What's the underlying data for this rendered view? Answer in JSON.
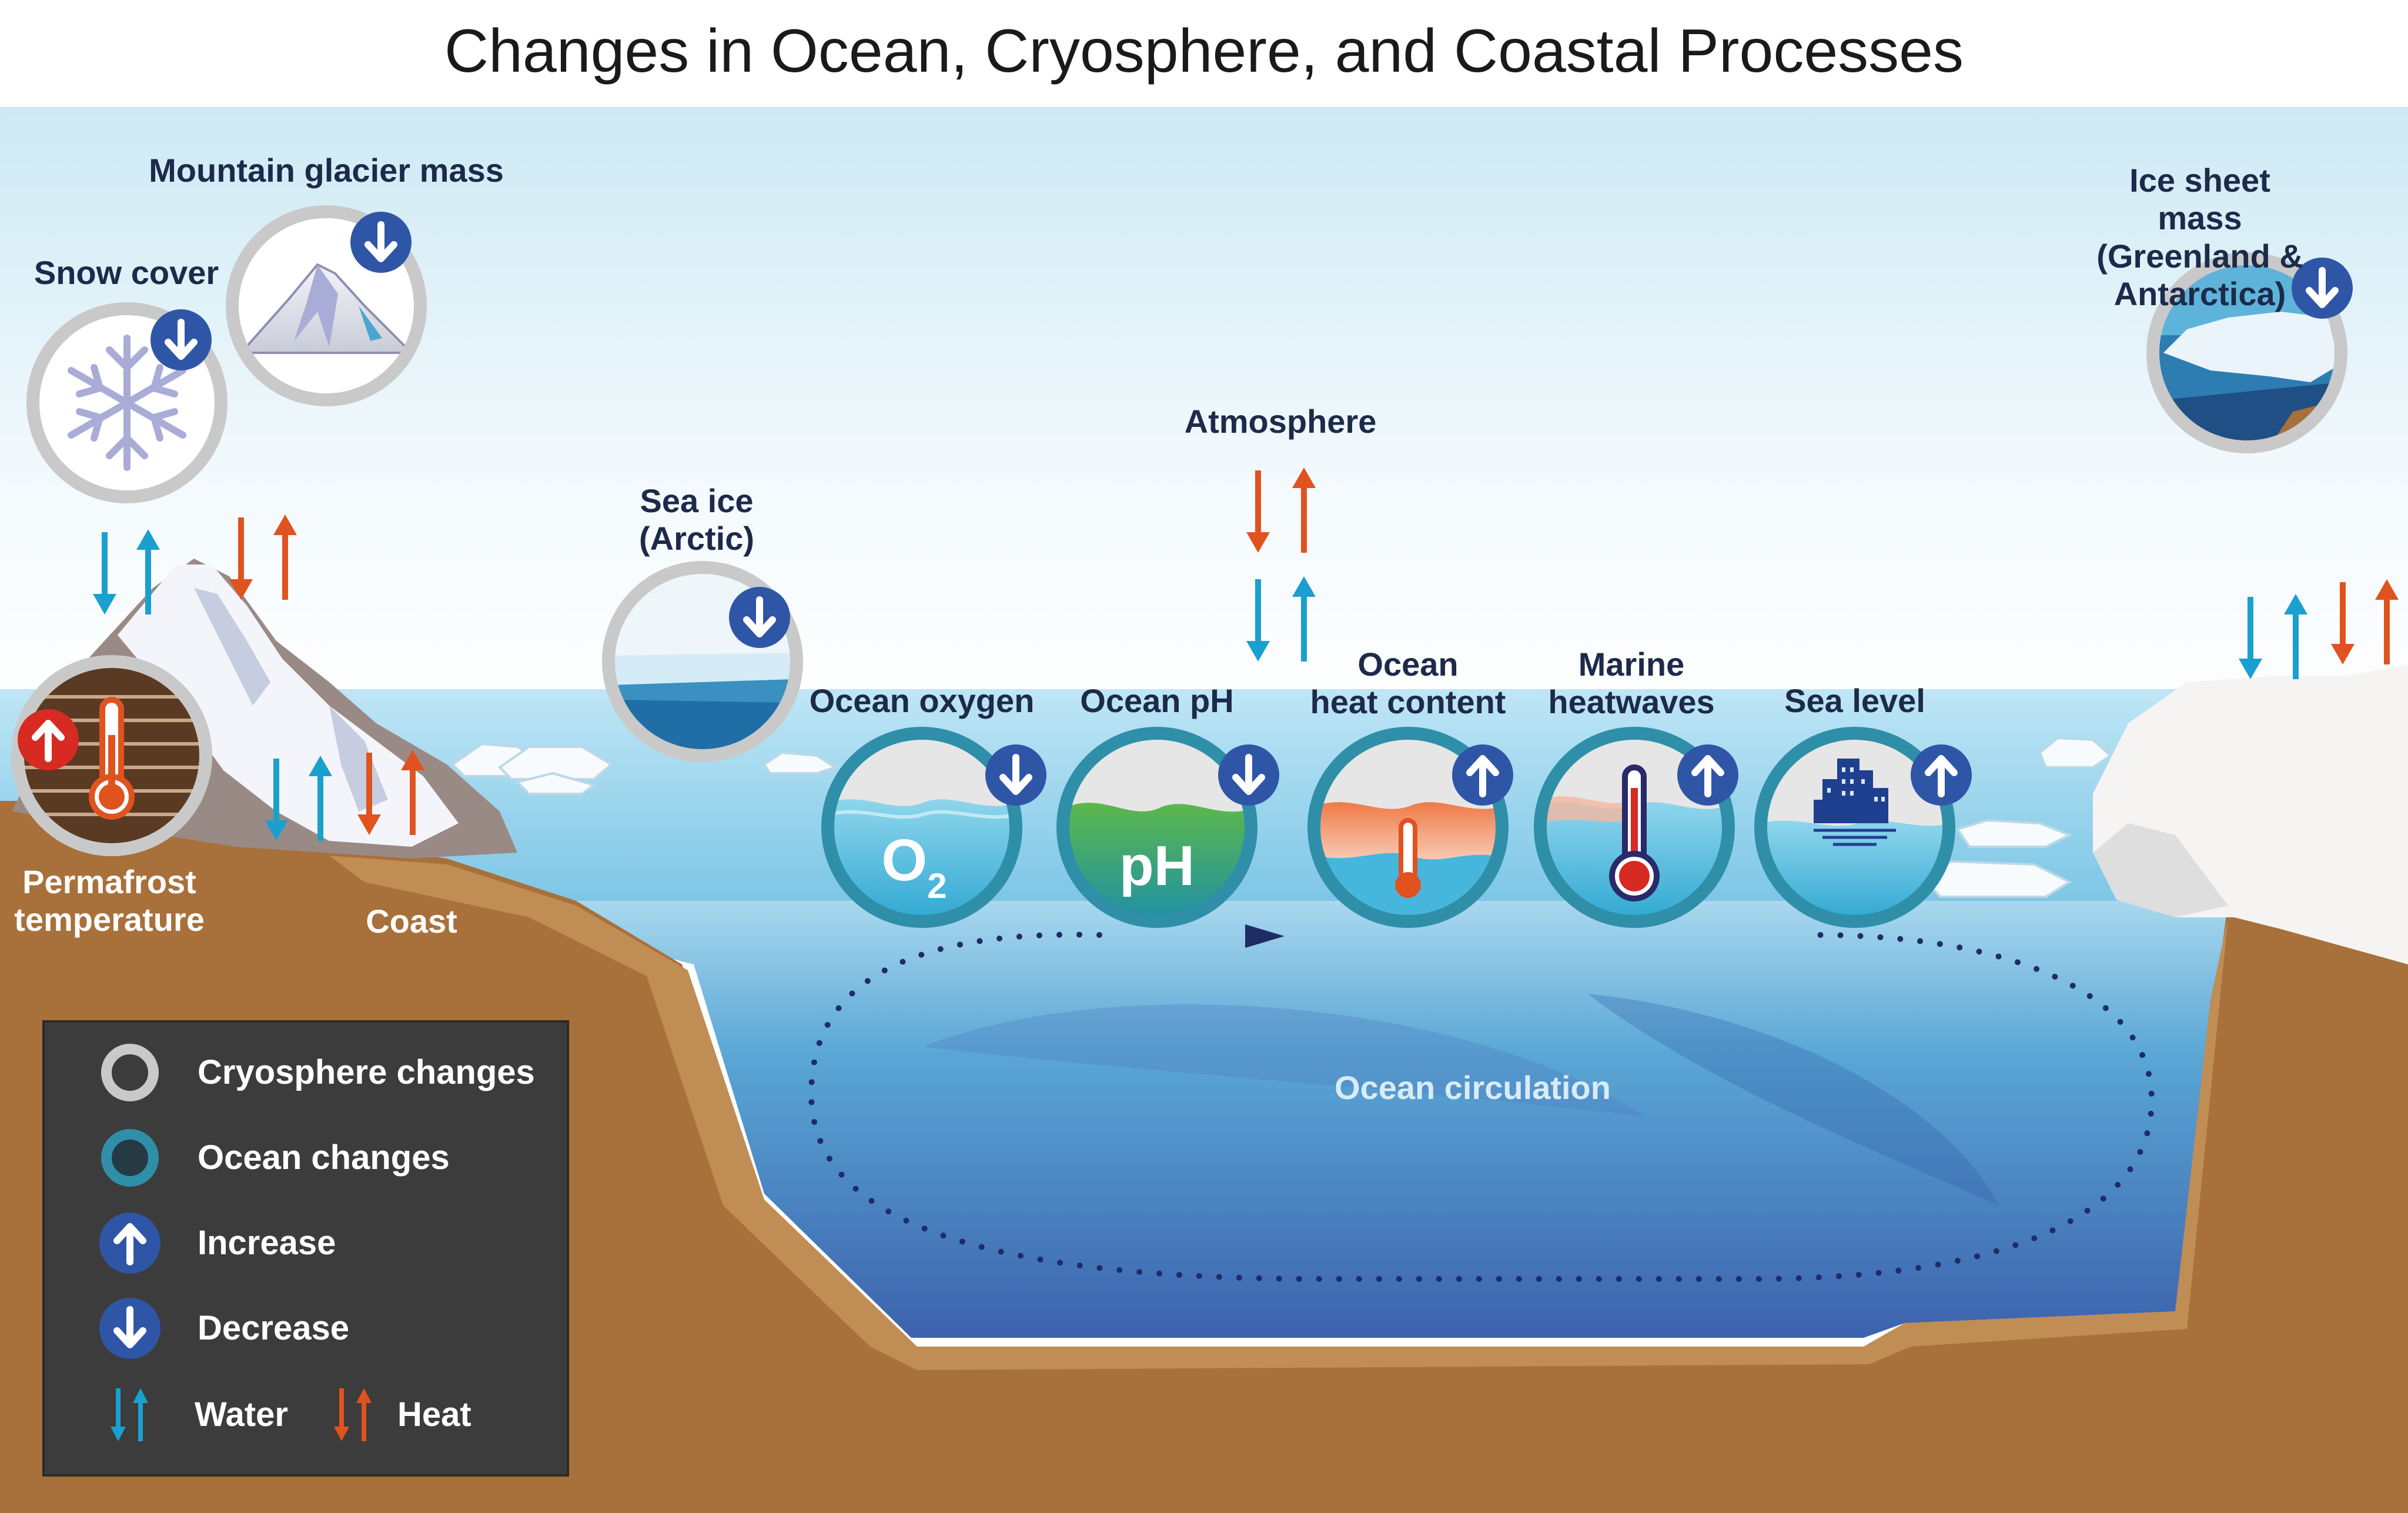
{
  "title": "Changes in Ocean, Cryosphere, and Coastal Processes",
  "labels": {
    "snow_cover": "Snow cover",
    "mountain_glacier_mass": "Mountain glacier mass",
    "ice_sheet_mass": "Ice sheet mass\n(Greenland & Antarctica)",
    "sea_ice": "Sea ice\n(Arctic)",
    "atmosphere": "Atmosphere",
    "permafrost_temperature": "Permafrost\ntemperature",
    "coast": "Coast",
    "ocean_oxygen": "Ocean oxygen",
    "ocean_ph": "Ocean pH",
    "ocean_heat_content": "Ocean\nheat content",
    "marine_heatwaves": "Marine\nheatwaves",
    "sea_level": "Sea level",
    "ocean_circulation": "Ocean circulation"
  },
  "icon_text": {
    "o2_main": "O",
    "o2_sub": "2",
    "ph": "pH"
  },
  "legend": {
    "cryosphere_changes": "Cryosphere changes",
    "ocean_changes": "Ocean changes",
    "increase": "Increase",
    "decrease": "Decrease",
    "water": "Water",
    "heat": "Heat"
  },
  "colors": {
    "water_arrow": "#1aa0cf",
    "heat_arrow": "#e0531f",
    "indicator_badge": "#2f56a6",
    "increase_red_badge": "#d72a22",
    "cryosphere_ring": "#c9c9c9",
    "ocean_ring": "#2f8fa8",
    "ground": "#a8703a",
    "ocean_deep": "#3f6db0",
    "sky": "#dff1f8"
  },
  "indicators": [
    {
      "name": "snow-cover",
      "direction": "decrease",
      "category": "cryosphere"
    },
    {
      "name": "mountain-glacier-mass",
      "direction": "decrease",
      "category": "cryosphere"
    },
    {
      "name": "ice-sheet-mass",
      "direction": "decrease",
      "category": "cryosphere"
    },
    {
      "name": "sea-ice-arctic",
      "direction": "decrease",
      "category": "cryosphere"
    },
    {
      "name": "permafrost-temperature",
      "direction": "increase",
      "category": "cryosphere"
    },
    {
      "name": "ocean-oxygen",
      "direction": "decrease",
      "category": "ocean"
    },
    {
      "name": "ocean-ph",
      "direction": "decrease",
      "category": "ocean"
    },
    {
      "name": "ocean-heat-content",
      "direction": "increase",
      "category": "ocean"
    },
    {
      "name": "marine-heatwaves",
      "direction": "increase",
      "category": "ocean"
    },
    {
      "name": "sea-level",
      "direction": "increase",
      "category": "ocean"
    }
  ]
}
